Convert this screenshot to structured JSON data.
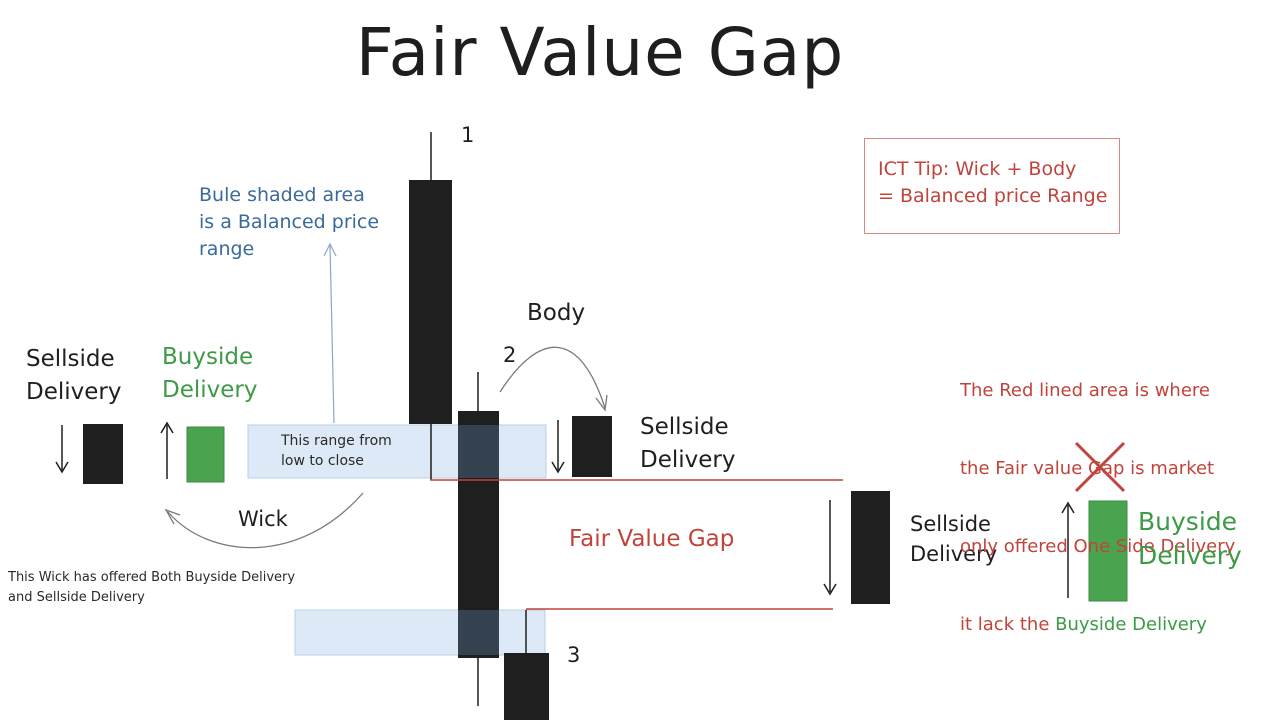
{
  "title": "Fair Value Gap",
  "candle_numbers": {
    "one": "1",
    "two": "2",
    "three": "3"
  },
  "blue_note": "Bule shaded area\nis a Balanced price\nrange",
  "tip": "ICT Tip: Wick + Body\n= Balanced price Range",
  "left_legend": {
    "sellside": "Sellside\nDelivery",
    "buyside": "Buyside\nDelivery"
  },
  "range_note": "This range from\nlow to close",
  "wick_label": "Wick",
  "wick_note": "This Wick has offered Both Buyside Delivery\nand Sellside Delivery",
  "body_label": "Body",
  "body_sellside": "Sellside\nDelivery",
  "fvg_label": "Fair Value Gap",
  "fvg_sellside": "Sellside\nDelivery",
  "red_note": {
    "line1": "The Red lined area is where",
    "line2": "the Fair value Gap is market",
    "line3": "only offered One Side Delivery",
    "line4_prefix": "it lack the ",
    "line4_highlight": "Buyside Delivery"
  },
  "right_buyside": "Buyside\nDelivery",
  "colors": {
    "candle": "#1f1f1f",
    "buy": "#3d9a46",
    "fvg_line": "#c0443b",
    "balanced_shade": "#dce9f7",
    "annotation_blue": "#3a6a9c"
  }
}
